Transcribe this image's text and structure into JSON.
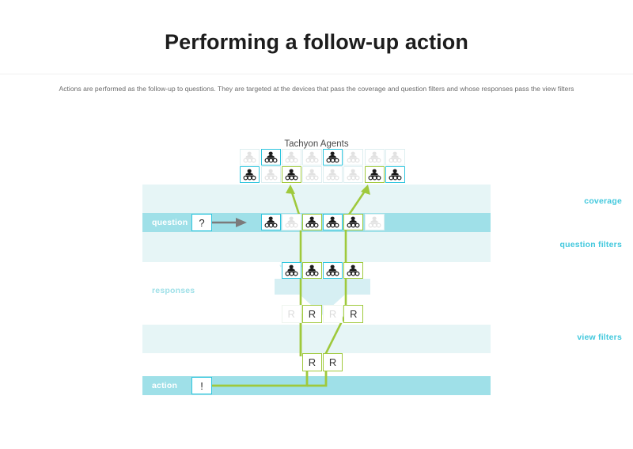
{
  "page": {
    "title": "Performing a follow-up action",
    "subtitle": "Actions are performed as the follow-up to questions. They are targeted at the devices that pass the coverage and question filters and whose responses pass the view filters"
  },
  "diagram": {
    "agents_title": "Tachyon Agents",
    "labels": {
      "coverage": "coverage",
      "question": "question",
      "question_filters": "question filters",
      "responses": "responses",
      "view_filters": "view filters",
      "action": "action"
    },
    "tokens": {
      "question_symbol": "?",
      "action_symbol": "!"
    },
    "colors": {
      "accent_cyan": "#2ec5de",
      "band_fill": "#e6f5f6",
      "bar_strong": "#9fe0e8",
      "accent_green": "#9fc93c",
      "inactive": "#ddeef0",
      "arrow_gray": "#777777"
    },
    "agent_rows": [
      {
        "name": "agents-row-1",
        "count": 8,
        "states": [
          "off",
          "cyan",
          "off",
          "off",
          "cyan",
          "off",
          "off",
          "off"
        ]
      },
      {
        "name": "agents-row-2",
        "count": 8,
        "states": [
          "cyan",
          "off",
          "green",
          "off",
          "off",
          "off",
          "green",
          "cyan"
        ]
      },
      {
        "name": "question-row",
        "count": 6,
        "states": [
          "cyan",
          "off",
          "green",
          "cyan",
          "green",
          "off"
        ]
      },
      {
        "name": "post-question-filter-row",
        "count": 4,
        "states": [
          "cyan",
          "green",
          "cyan",
          "green"
        ]
      }
    ],
    "response_rows": [
      {
        "name": "responses-row",
        "count": 4,
        "labels": [
          "R",
          "R",
          "R",
          "R"
        ],
        "states": [
          "off",
          "green",
          "off",
          "green"
        ]
      },
      {
        "name": "post-view-filter-row",
        "count": 2,
        "labels": [
          "R",
          "R"
        ],
        "states": [
          "green",
          "green"
        ]
      }
    ]
  }
}
